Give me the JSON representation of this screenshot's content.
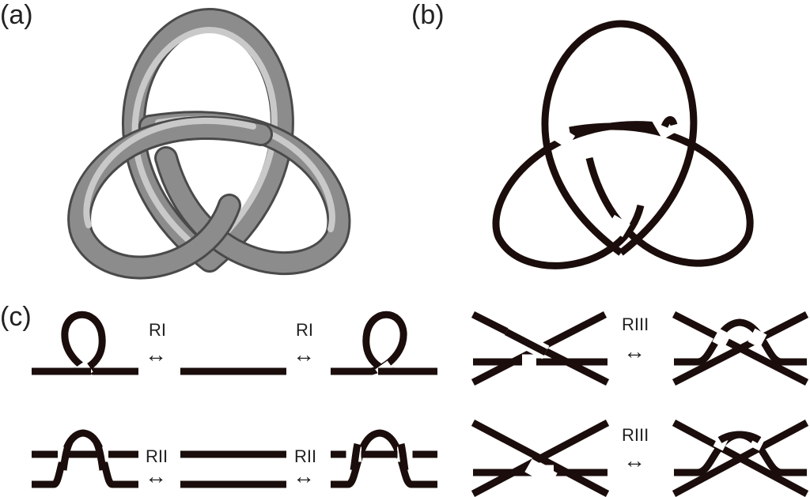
{
  "panels": {
    "a": {
      "label": "(a)"
    },
    "b": {
      "label": "(b)"
    },
    "c": {
      "label": "(c)"
    }
  },
  "moves": {
    "ri_left": "RI",
    "ri_right": "RI",
    "rii_left": "RII",
    "rii_right": "RII",
    "riii_top": "RIII",
    "riii_bottom": "RIII",
    "arrow": "↔"
  },
  "colors": {
    "strand": "#1a0d0b",
    "tube": "#8c8c8c"
  }
}
